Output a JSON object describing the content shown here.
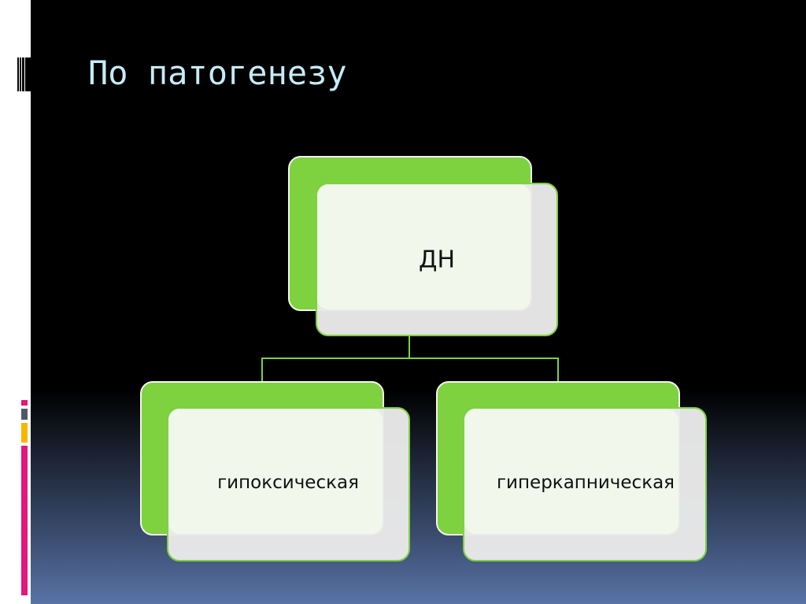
{
  "slide": {
    "title": "По патогенезу",
    "colors": {
      "title": "#c6ebf7",
      "node_green": "#7ed13f",
      "node_front": "#e9e9e9",
      "connector": "#7ed13f",
      "accent_magenta": "#e0197d",
      "accent_gray": "#4d5a6c",
      "accent_yellow": "#f5b700"
    }
  },
  "diagram": {
    "root": {
      "label": "ДН"
    },
    "children": [
      {
        "label": "гипоксическая"
      },
      {
        "label": "гиперкапническая"
      }
    ]
  }
}
